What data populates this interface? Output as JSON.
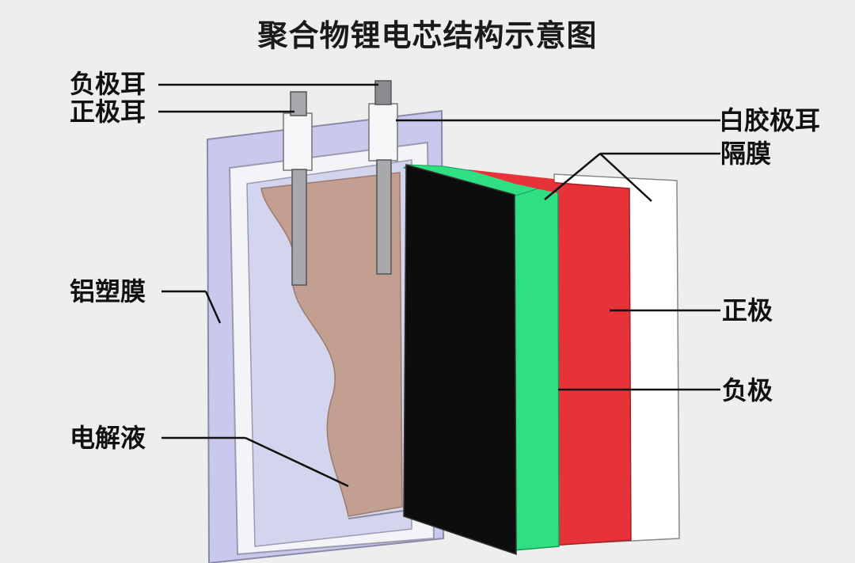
{
  "title": "聚合物锂电芯结构示意图",
  "labels": {
    "negative_tab": "负极耳",
    "positive_tab": "正极耳",
    "aluminum_film": "铝塑膜",
    "electrolyte": "电解液",
    "sealant_tab": "白胶极耳",
    "separator": "隔膜",
    "cathode": "正极",
    "anode": "负极"
  },
  "colors": {
    "background": "#eeeeee",
    "pouch": "#c8c9ec",
    "electrolyte": "#c39f91",
    "black_layer": "#0d0d0d",
    "separator": "#2fe083",
    "cathode": "#e8323a",
    "white_layer": "#ffffff",
    "tab": "#a9a9ad"
  }
}
